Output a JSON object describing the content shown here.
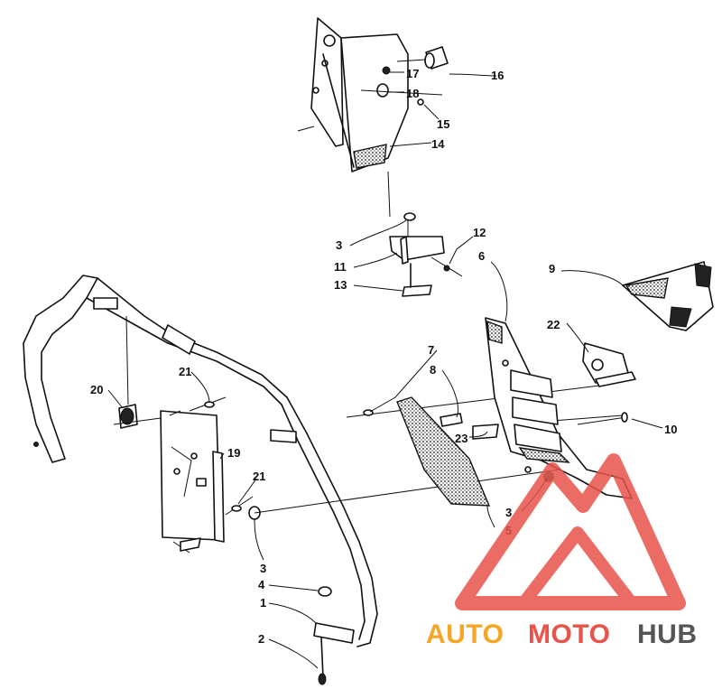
{
  "diagram": {
    "callouts": [
      "1",
      "2",
      "3",
      "3",
      "3",
      "4",
      "5",
      "6",
      "7",
      "8",
      "9",
      "10",
      "11",
      "12",
      "13",
      "14",
      "15",
      "16",
      "17",
      "18",
      "19",
      "20",
      "21",
      "21",
      "22",
      "23"
    ]
  },
  "watermark": {
    "part1": "AUTO",
    "part2": "MOTO",
    "part3": "HUB",
    "color_orange": "#f5a623",
    "color_red": "#e8534a",
    "color_gray": "#555555"
  }
}
